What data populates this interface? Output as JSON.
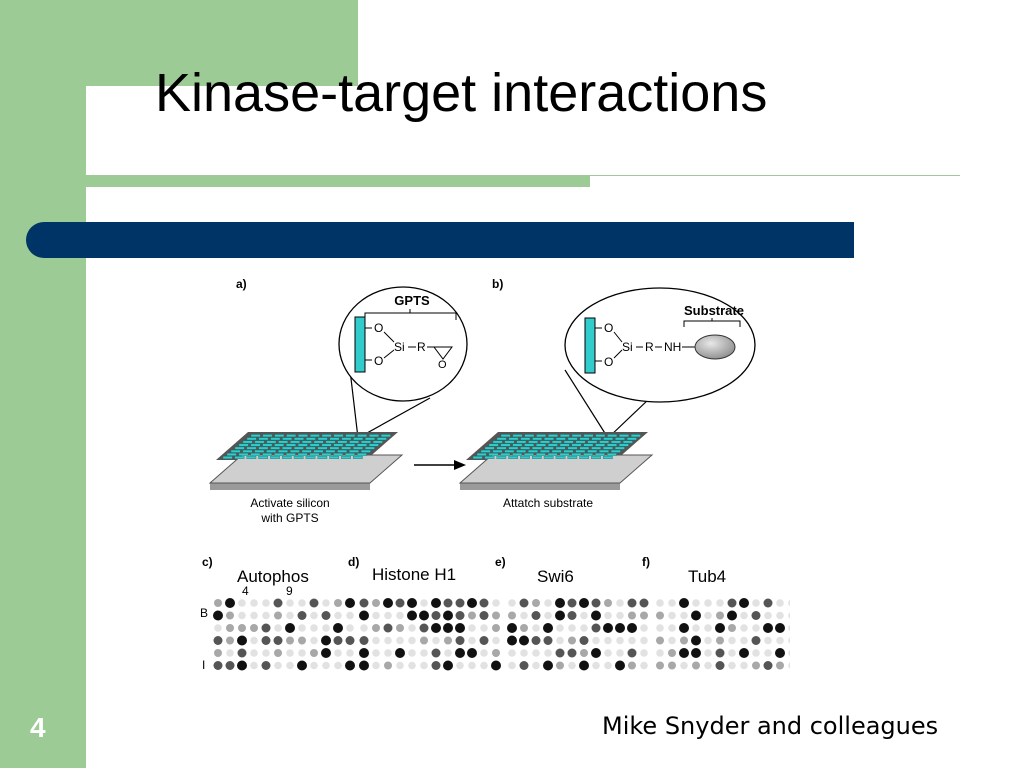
{
  "slide": {
    "title": "Kinase-target interactions",
    "number": "4",
    "credit": "Mike Snyder and colleagues"
  },
  "figure": {
    "panel_a": {
      "letter": "a)",
      "reagent": "GPTS",
      "atoms": [
        "O",
        "Si",
        "R",
        "O",
        "O"
      ],
      "caption_line1": "Activate silicon",
      "caption_line2": "with GPTS"
    },
    "panel_b": {
      "letter": "b)",
      "reagent": "Substrate",
      "atoms": [
        "O",
        "Si",
        "R",
        "NH",
        "O"
      ],
      "caption": "Attatch substrate"
    },
    "blots": [
      {
        "letter": "c)",
        "label": "Autophos"
      },
      {
        "letter": "d)",
        "label": "Histone H1"
      },
      {
        "letter": "e)",
        "label": "Swi6"
      },
      {
        "letter": "f)",
        "label": "Tub4"
      }
    ],
    "col_labels": [
      "4",
      "9"
    ],
    "row_labels": [
      "B",
      "I"
    ]
  },
  "colors": {
    "green": "#9dcb96",
    "navy": "#003366",
    "cyan": "#33cccc"
  }
}
